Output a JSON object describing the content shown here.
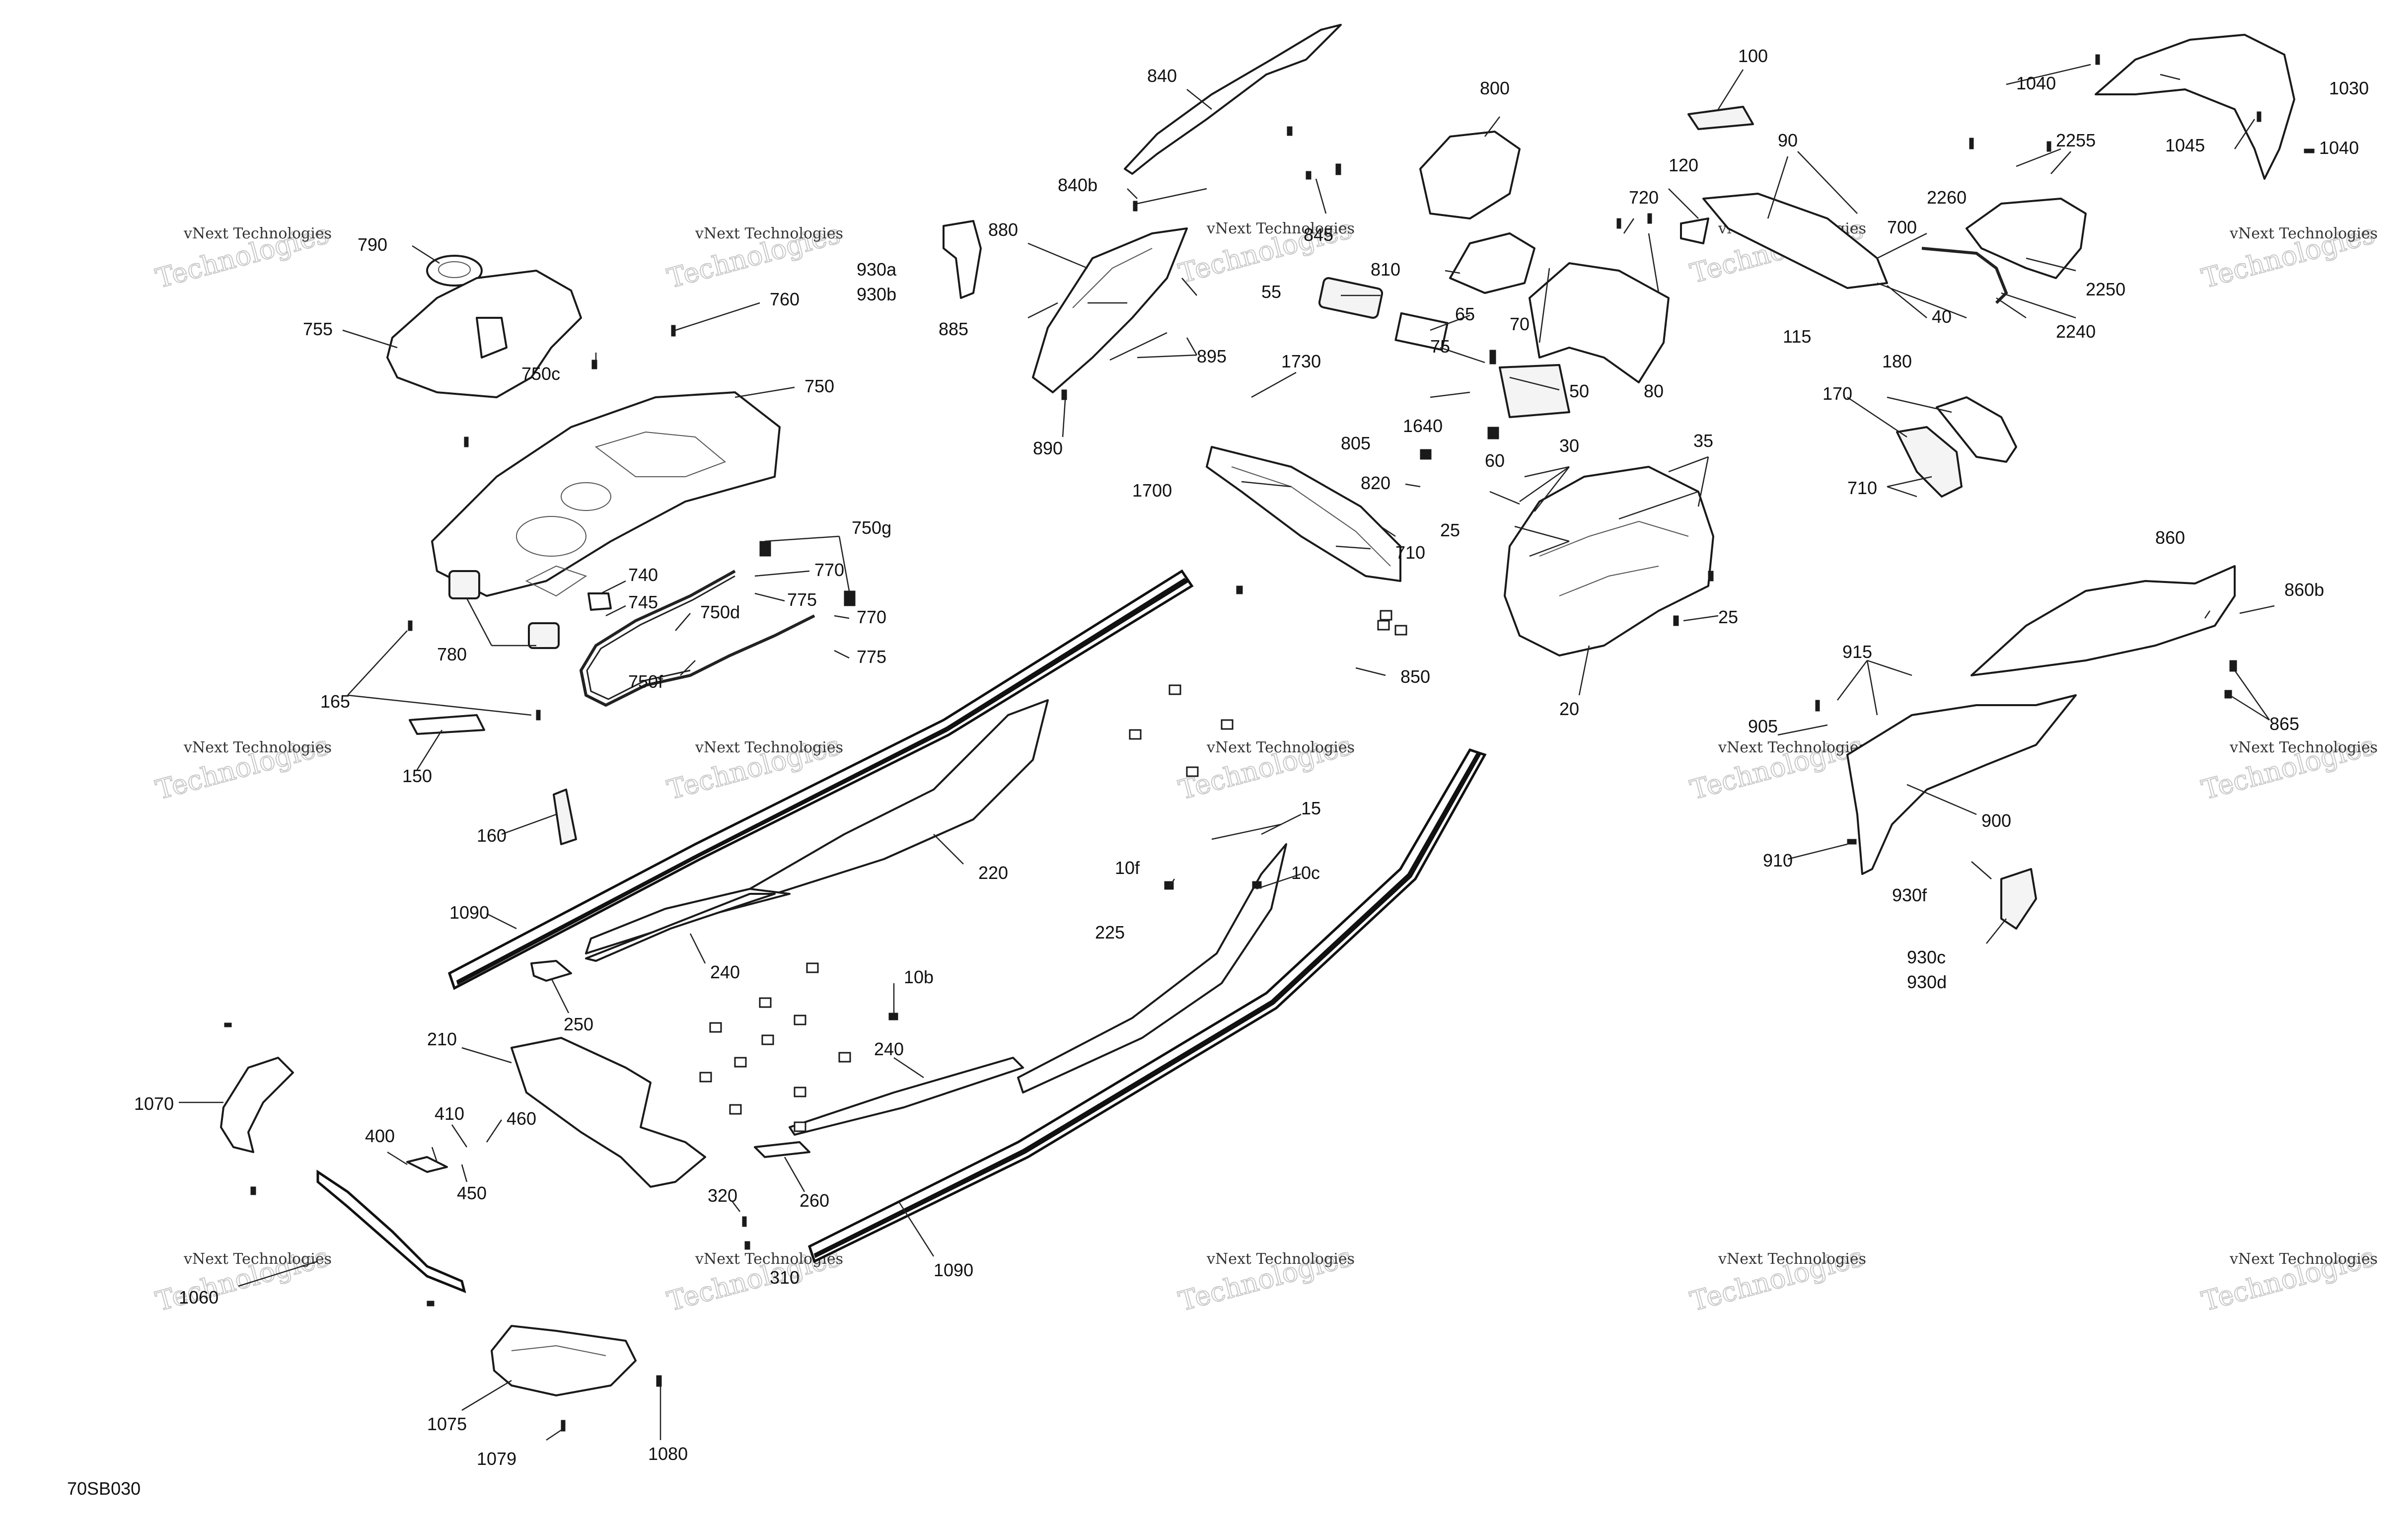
{
  "diagram_code": "70SB030",
  "watermark": {
    "line1": "vNext Technologies",
    "line2": "Technologies"
  },
  "callouts": {
    "c10b": "10b",
    "c10c": "10c",
    "c10f": "10f",
    "c15": "15",
    "c20": "20",
    "c25a": "25",
    "c25b": "25",
    "c30": "30",
    "c35": "35",
    "c40": "40",
    "c50": "50",
    "c55": "55",
    "c60": "60",
    "c65": "65",
    "c70": "70",
    "c75": "75",
    "c80": "80",
    "c90": "90",
    "c100": "100",
    "c115": "115",
    "c120": "120",
    "c150": "150",
    "c160": "160",
    "c165": "165",
    "c170": "170",
    "c180": "180",
    "c210": "210",
    "c220": "220",
    "c225": "225",
    "c240a": "240",
    "c240b": "240",
    "c250": "250",
    "c260": "260",
    "c310": "310",
    "c320": "320",
    "c400": "400",
    "c410": "410",
    "c450": "450",
    "c460": "460",
    "c700": "700",
    "c710a": "710",
    "c710b": "710",
    "c720": "720",
    "c740": "740",
    "c745": "745",
    "c750": "750",
    "c750c": "750c",
    "c750d": "750d",
    "c750f": "750f",
    "c750g": "750g",
    "c755": "755",
    "c760": "760",
    "c770a": "770",
    "c770b": "770",
    "c775a": "775",
    "c775b": "775",
    "c780": "780",
    "c790": "790",
    "c800": "800",
    "c805": "805",
    "c810": "810",
    "c820": "820",
    "c840": "840",
    "c840b": "840b",
    "c845": "845",
    "c850": "850",
    "c860": "860",
    "c860b": "860b",
    "c865": "865",
    "c880": "880",
    "c885": "885",
    "c890": "890",
    "c895": "895",
    "c900": "900",
    "c905": "905",
    "c910": "910",
    "c915": "915",
    "c930a": "930a",
    "c930b": "930b",
    "c930c": "930c",
    "c930d": "930d",
    "c930f": "930f",
    "c1030": "1030",
    "c1040a": "1040",
    "c1040b": "1040",
    "c1045": "1045",
    "c1060": "1060",
    "c1070": "1070",
    "c1075": "1075",
    "c1079": "1079",
    "c1080": "1080",
    "c1090a": "1090",
    "c1090b": "1090",
    "c1640": "1640",
    "c1700": "1700",
    "c1730": "1730",
    "c2240": "2240",
    "c2250": "2250",
    "c2255": "2255",
    "c2260": "2260"
  }
}
